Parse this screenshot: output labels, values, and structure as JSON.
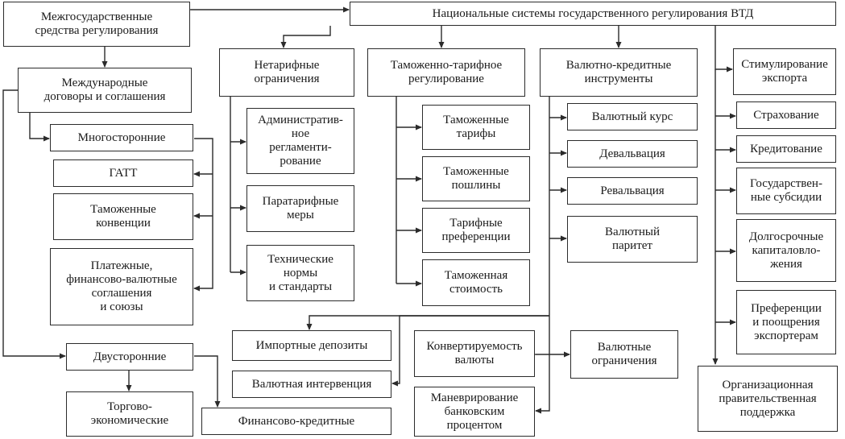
{
  "colors": {
    "line": "#2b2b2b",
    "text": "#1a1a1a",
    "background": "#ffffff"
  },
  "nodes": {
    "interstate": "Межгосударственные\nсредства регулирования",
    "national": "Национальные системы государственного регулирования ВТД",
    "intl_agreements": "Международные\nдоговоры и соглашения",
    "multilateral": "Многосторонние",
    "gatt": "ГАТТ",
    "customs_conventions": "Таможенные\nконвенции",
    "payment_unions": "Платежные,\nфинансово-валютные\nсоглашения\nи союзы",
    "bilateral": "Двусторонние",
    "trade_economic": "Торгово-\nэкономические",
    "financial_credit": "Финансово-кредитные",
    "nontariff": "Нетарифные\nограничения",
    "admin_regulation": "Административ-\nное\nрегламенти-\nрование",
    "paratariff": "Паратарифные\nмеры",
    "tech_norms": "Технические\nнормы\nи стандарты",
    "customs_tariff": "Таможенно-тарифное\nрегулирование",
    "customs_tariffs": "Таможенные\nтарифы",
    "customs_duties": "Таможенные\nпошлины",
    "tariff_preferences": "Тарифные\nпреференции",
    "customs_value": "Таможенная\nстоимость",
    "currency_credit": "Валютно-кредитные\nинструменты",
    "exchange_rate": "Валютный курс",
    "devaluation": "Девальвация",
    "revaluation": "Ревальвация",
    "currency_parity": "Валютный\nпаритет",
    "import_deposits": "Импортные депозиты",
    "currency_intervention": "Валютная интервенция",
    "convertibility": "Конвертируемость\nвалюты",
    "currency_restrictions": "Валютные\nограничения",
    "bank_rate": "Маневрирование\nбанковским\nпроцентом",
    "export_stimulation": "Стимулирование\nэкспорта",
    "insurance": "Страхование",
    "crediting": "Кредитование",
    "state_subsidies": "Государствен-\nные субсидии",
    "long_term_investment": "Долгосрочные\nкапиталовло-\nжения",
    "exporter_preferences": "Преференции\nи поощрения\nэкспортерам",
    "govt_support": "Организационная\nправительственная\nподдержка"
  }
}
